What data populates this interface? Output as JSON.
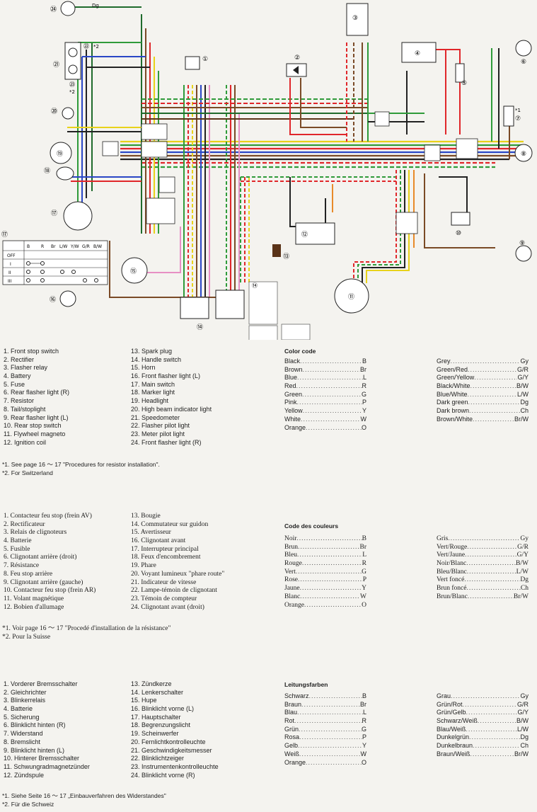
{
  "diagram": {
    "component_numbers": [
      "①",
      "②",
      "③",
      "④",
      "⑤",
      "⑥",
      "⑦",
      "⑧",
      "⑨",
      "⑩",
      "⑪",
      "⑫",
      "⑬",
      "⑭",
      "⑮",
      "⑯",
      "⑰",
      "⑱",
      "⑲",
      "⑳",
      "㉑",
      "㉒",
      "㉓",
      "㉔"
    ],
    "main_switch_table": {
      "header": [
        "B",
        "R",
        "Br",
        "L/W",
        "Y/W",
        "G/R",
        "B/W"
      ],
      "rows": [
        "OFF",
        "I",
        "II",
        "III"
      ]
    },
    "star_labels": [
      "*2",
      "*2",
      "*1"
    ],
    "colors": {
      "red": "#e0262a",
      "green": "#2f9b3a",
      "yellow": "#e8d21a",
      "blue": "#2a47c6",
      "brown": "#7a4a26",
      "black": "#222222",
      "pink": "#e78fc4",
      "orange": "#e88a2a",
      "dark_green": "#1f6b2c",
      "grey": "#8a8a8a",
      "chocolate": "#5a3318"
    }
  },
  "english": {
    "components_left": [
      "1.  Front stop switch",
      "2.  Rectifier",
      "3.  Flasher relay",
      "4.  Battery",
      "5.  Fuse",
      "6.  Rear flasher light (R)",
      "7.  Resistor",
      "8.  Tail/stoplight",
      "9.  Rear flasher light (L)",
      "10.  Rear stop switch",
      "11.  Flywheel magneto",
      "12.  Ignition coil"
    ],
    "components_right": [
      "13.  Spark plug",
      "14.  Handle switch",
      "15.  Horn",
      "16.  Front flasher light (L)",
      "17.  Main switch",
      "18.  Marker light",
      "19.  Headlight",
      "20.  High beam indicator light",
      "21.  Speedometer",
      "22.  Flasher pilot light",
      "23.  Meter pilot light",
      "24.  Front flasher light (R)"
    ],
    "color_code_title": "Color code",
    "colors_left": [
      [
        "Black",
        "B"
      ],
      [
        "Brown",
        "Br"
      ],
      [
        "Blue",
        "L"
      ],
      [
        "Red",
        "R"
      ],
      [
        "Green",
        "G"
      ],
      [
        "Pink",
        "P"
      ],
      [
        "Yellow",
        "Y"
      ],
      [
        "White",
        "W"
      ],
      [
        "Orange",
        "O"
      ]
    ],
    "colors_right": [
      [
        "Grey",
        "Gy"
      ],
      [
        "Green/Red",
        "G/R"
      ],
      [
        "Green/Yellow",
        "G/Y"
      ],
      [
        "Black/White",
        "B/W"
      ],
      [
        "Blue/White",
        "L/W"
      ],
      [
        "Dark green",
        "Dg"
      ],
      [
        "Dark brown",
        "Ch"
      ],
      [
        "Brown/White",
        "Br/W"
      ]
    ],
    "notes": [
      "*1.  See page 16 ～ 17 \"Procedures for resistor installation\".",
      "*2.  For Switzerland"
    ]
  },
  "french": {
    "components_left": [
      "1.  Contacteur feu stop (frein AV)",
      "2.  Rectificateur",
      "3.  Relais de clignoteurs",
      "4.  Batterie",
      "5.  Fusible",
      "6.  Clignotant arrière (droit)",
      "7.  Résistance",
      "8.  Feu stop arrière",
      "9.  Clignotant arrière (gauche)",
      "10.  Contacteur feu stop (frein AR)",
      "11.  Volant magnétique",
      "12.  Bobien d'allumage"
    ],
    "components_right": [
      "13.  Bougie",
      "14.  Commutateur sur guidon",
      "15.  Avertisseur",
      "16.  Clignotant avant",
      "17.  Interrupteur principal",
      "18.  Feux d'encombrement",
      "19.  Phare",
      "20.  Voyant lumineux \"phare route\"",
      "21.  Indicateur de vitesse",
      "22.  Lampe-témoin de clignotant",
      "23.  Témoin de compteur",
      "24.  Clignotant avant (droit)"
    ],
    "color_code_title": "Code des couleurs",
    "colors_left": [
      [
        "Noir",
        "B"
      ],
      [
        "Brun",
        "Br"
      ],
      [
        "Bleu",
        "L"
      ],
      [
        "Rouge",
        "R"
      ],
      [
        "Vert",
        "G"
      ],
      [
        "Rose",
        "P"
      ],
      [
        "Jaune",
        "Y"
      ],
      [
        "Blanc",
        "W"
      ],
      [
        "Orange",
        "O"
      ]
    ],
    "colors_right": [
      [
        "Gris",
        "Gy"
      ],
      [
        "Vert/Rouge",
        "G/R"
      ],
      [
        "Vert/Jaune",
        "G/Y"
      ],
      [
        "Noir/Blanc",
        "B/W"
      ],
      [
        "Bleu/Blanc",
        "L/W"
      ],
      [
        "Vert foncé",
        "Dg"
      ],
      [
        "Brun foncé",
        "Ch"
      ],
      [
        "Brun/Blanc",
        "Br/W"
      ]
    ],
    "notes": [
      "*1.  Voir page 16 ～ 17 \"Procedé d'installation de la résistance\"",
      "*2.  Pour la Suisse"
    ]
  },
  "german": {
    "components_left": [
      "1.  Vorderer Bremsschalter",
      "2.  Gleichrichter",
      "3.  Blinkerrelais",
      "4.  Batterie",
      "5.  Sicherung",
      "6.  Blinklicht hinten (R)",
      "7.  Widerstand",
      "8.  Bremslicht",
      "9.  Blinklicht hinten (L)",
      "10.  Hinterer Bremsschalter",
      "11.  Schwungradmagnetzünder",
      "12.  Zündspule"
    ],
    "components_right": [
      "13.  Zündkerze",
      "14.  Lenkerschalter",
      "15.  Hupe",
      "16.  Blinklicht vorne (L)",
      "17.  Hauptschalter",
      "18.  Begrenzungslicht",
      "19.  Scheinwerfer",
      "20.  Fernlichtkontrolleuchte",
      "21.  Geschwindigkeitsmesser",
      "22.  Blinklichtzeiger",
      "23.  Instrumentenkontrolleuchte",
      "24.  Blinklicht vorne (R)"
    ],
    "color_code_title": "Leitungsfarben",
    "colors_left": [
      [
        "Schwarz",
        "B"
      ],
      [
        "Braun",
        "Br"
      ],
      [
        "Blau",
        "L"
      ],
      [
        "Rot",
        "R"
      ],
      [
        "Grün",
        "G"
      ],
      [
        "Rosa",
        "P"
      ],
      [
        "Gelb",
        "Y"
      ],
      [
        "Weiß",
        "W"
      ],
      [
        "Orange",
        "O"
      ]
    ],
    "colors_right": [
      [
        "Grau",
        "Gy"
      ],
      [
        "Grün/Rot",
        "G/R"
      ],
      [
        "Grün/Gelb",
        "G/Y"
      ],
      [
        "Schwarz/Weiß",
        "B/W"
      ],
      [
        "Blau/Weiß",
        "L/W"
      ],
      [
        "Dunkelgrün",
        "Dg"
      ],
      [
        "Dunkelbraun",
        "Ch"
      ],
      [
        "Braun/Weiß",
        "Br/W"
      ]
    ],
    "notes": [
      "*1.  Siehe Seite 16 ～ 17 „Einbauverfahren des Widerstandes\"",
      "*2.  Für die Schweiz"
    ]
  }
}
